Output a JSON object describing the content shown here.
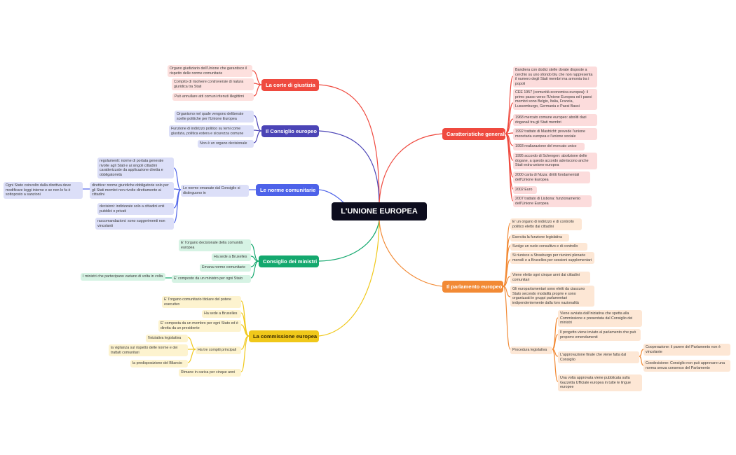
{
  "central": "L'UNIONE EUROPEA",
  "colors": {
    "corte": "#ef4a3f",
    "consiglio_europeo": "#4b44b6",
    "norme": "#4d62e9",
    "consiglio_ministri": "#14a86e",
    "commissione": "#f0c81a",
    "caratteristiche": "#ef4a3f",
    "parlamento": "#f28a35"
  },
  "branches": {
    "corte": {
      "title": "La corte di giustizia",
      "items": [
        "Organo giudiziario dell'Unione che garantisce il rispetto delle norme comunitarie",
        "Compito di risolvere controversie di natura giuridica tra Stati",
        "Può annullare atti comuni ritenuti illegittimi"
      ]
    },
    "consiglio_europeo": {
      "title": "Il Consiglio europeo",
      "items": [
        "Organismo nel quale vengono deliberate scelte politiche per l'Unione Europea",
        "Funzione di indirizzo politico su temi come giustizia, politica estera e sicurezza comune",
        "Non è un organo decisionale"
      ]
    },
    "norme": {
      "title": "Le norme comunitarie",
      "sub": "Le norme emanate dal Consiglio si distinguono in",
      "items": [
        "regolamenti: norme di portata generale rivolte agli Stati e ai singoli cittadini caratterizzate da applicazione diretta e obbligatorietà",
        "direttive: norme giuridiche obbligatorie solo per gli Stati membri non rivolte direttamente ai cittadini",
        "decisioni: indirizzate solo a cittadini enti pubblici o privati",
        "raccomandazioni: sono suggerimenti non vincolanti"
      ],
      "direttive_note": "Ogni Stato coinvolto dalla direttiva deve modificare leggi interne e se non lo fa è sottoposto a sanzioni"
    },
    "consiglio_ministri": {
      "title": "Consiglio dei ministri",
      "items": [
        "E' l'organo decisionale della comunità europea",
        "Ha sede a Bruxelles",
        "Emana norme comunitarie",
        "E' composto da un ministro per ogni Stato"
      ],
      "ministri_note": "I ministri che partecipano variano di volta in volta"
    },
    "commissione": {
      "title": "La commissione europea",
      "items": [
        "E' l'organo comunitario titolare del potere esecutivo",
        "Ha sede a Bruxelles",
        "E' composta da un membro per ogni Stato ed è diretta da un presidente",
        "Ha tre compiti principali",
        "Rimane in carica per cinque anni"
      ],
      "compiti": [
        "l'iniziativa legislativa",
        "la vigilanza sul rispetto delle norme e dei trattati comunitari",
        "la predisposizione del Bilancio"
      ]
    },
    "caratteristiche": {
      "title": "Caratteristiche generali",
      "items": [
        "Bandiera con dodici stelle dorate disposte a cerchio su uno sfondo blu che non rappresenta il numero degli Stati membri ma armonia tra i popoli",
        "CEE 1957 (comunità economica europea): il primo passo verso l'Unione Europea ed i paesi membri sono Belgio, Italia, Francia, Lussemburgo, Germania e Paesi Bassi",
        "1968 mercato comune europeo: aboliti dazi doganali tra gli Stati membri",
        "1992 trattato di Mastricht: prevede l'unione monetaria europea e l'unione sociale",
        "1993 realizzazione del mercato unico",
        "1995 accordo di Schengen: abolizione delle dogane, a questo accordo aderiscono anche Stati extra-unione europea",
        "2000 carta di Nizza: diritti fondamentali dell'Unione Europea",
        "2002 Euro",
        "2007 trattato di Lisbona: funzionamento dell'Unione Europea"
      ]
    },
    "parlamento": {
      "title": "Il parlamento europeo",
      "items": [
        "E' un organo di indirizzo e di controllo politico eletto dai cittadini",
        "Esercita la funzione legislativa",
        "Svolge un ruolo consultivo e di controllo",
        "Si riunisce a Strasburgo per riunioni plenarie mensili e a Bruxelles per sessioni supplementari",
        "Viene eletto ogni cinque anni dai cittadini comunitari",
        "Gli europarlamentari sono eletti da ciascuno Stato secondo modalità proprie e sono organizzati in gruppi parlamentari indipendentemente dalla loro nazionalità",
        "Procedura legislativa"
      ],
      "procedura": [
        "Viene avviata dall'iniziativa che spetta alla Commissione e presentata dal Consiglio dei ministri",
        "Il progetto viene inviato al parlamento che può proporre emendamenti",
        "L'approvazione finale che viene fatta dal Consiglio",
        "Una volta approvata viene pubblicata sulla Gazzetta Ufficiale europea in tutte le lingue europee"
      ],
      "approvazione": [
        "Cooperazione: il parere del Parlamento non è vincolante",
        "Coodecisione: Consiglio non può approvare una norma senza consenso del Parlamento"
      ]
    }
  }
}
